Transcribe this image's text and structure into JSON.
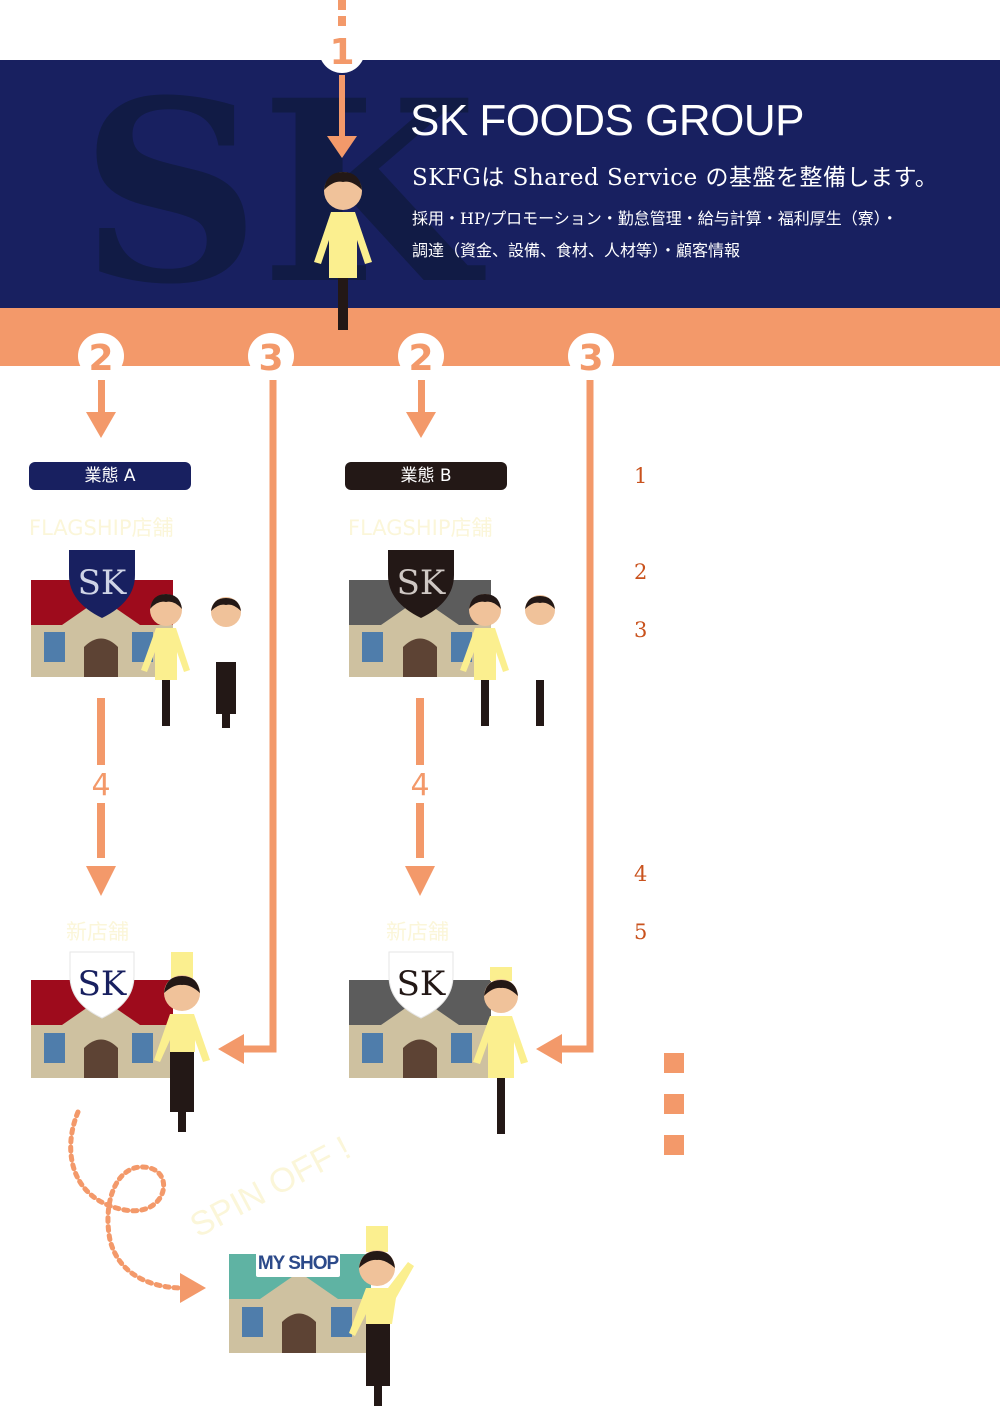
{
  "header": {
    "title": "SK FOODS GROUP",
    "subtitle": "SKFGは Shared Service の基盤を整備します。",
    "services_line1": "採用・HP/プロモーション・勤怠管理・給与計算・福利厚生（寮）・",
    "services_line2": "調達（資金、設備、食材、人材等）・顧客情報"
  },
  "step_markers": {
    "top": "1",
    "a_left": "2",
    "a_right": "3",
    "b_left": "2",
    "b_right": "3",
    "a_mid": "4",
    "b_mid": "4"
  },
  "business_a": {
    "label": "業態 A",
    "flagship": "FLAGSHIP店舗",
    "new_store": "新店舗"
  },
  "business_b": {
    "label": "業態 B",
    "flagship": "FLAGSHIP店舗",
    "new_store": "新店舗"
  },
  "spinoff": {
    "text": "SPIN OFF !",
    "shop_sign": "MY SHOP"
  },
  "logo_letters": "SK",
  "legend_numbers": [
    "1",
    "2",
    "3",
    "4",
    "5"
  ],
  "colors": {
    "navy": "#182060",
    "orange": "#f3996a",
    "orange_text": "#c9521d",
    "dark_brown": "#231816",
    "yellow_shirt": "#fbef8f",
    "skin": "#f0c29a",
    "roof_red": "#9e0b1c",
    "roof_gray": "#5c5c5c",
    "roof_teal": "#5fb3a3",
    "wall": "#cec1a0",
    "window_blue": "#4f7dab",
    "door_brown": "#5d4334"
  }
}
